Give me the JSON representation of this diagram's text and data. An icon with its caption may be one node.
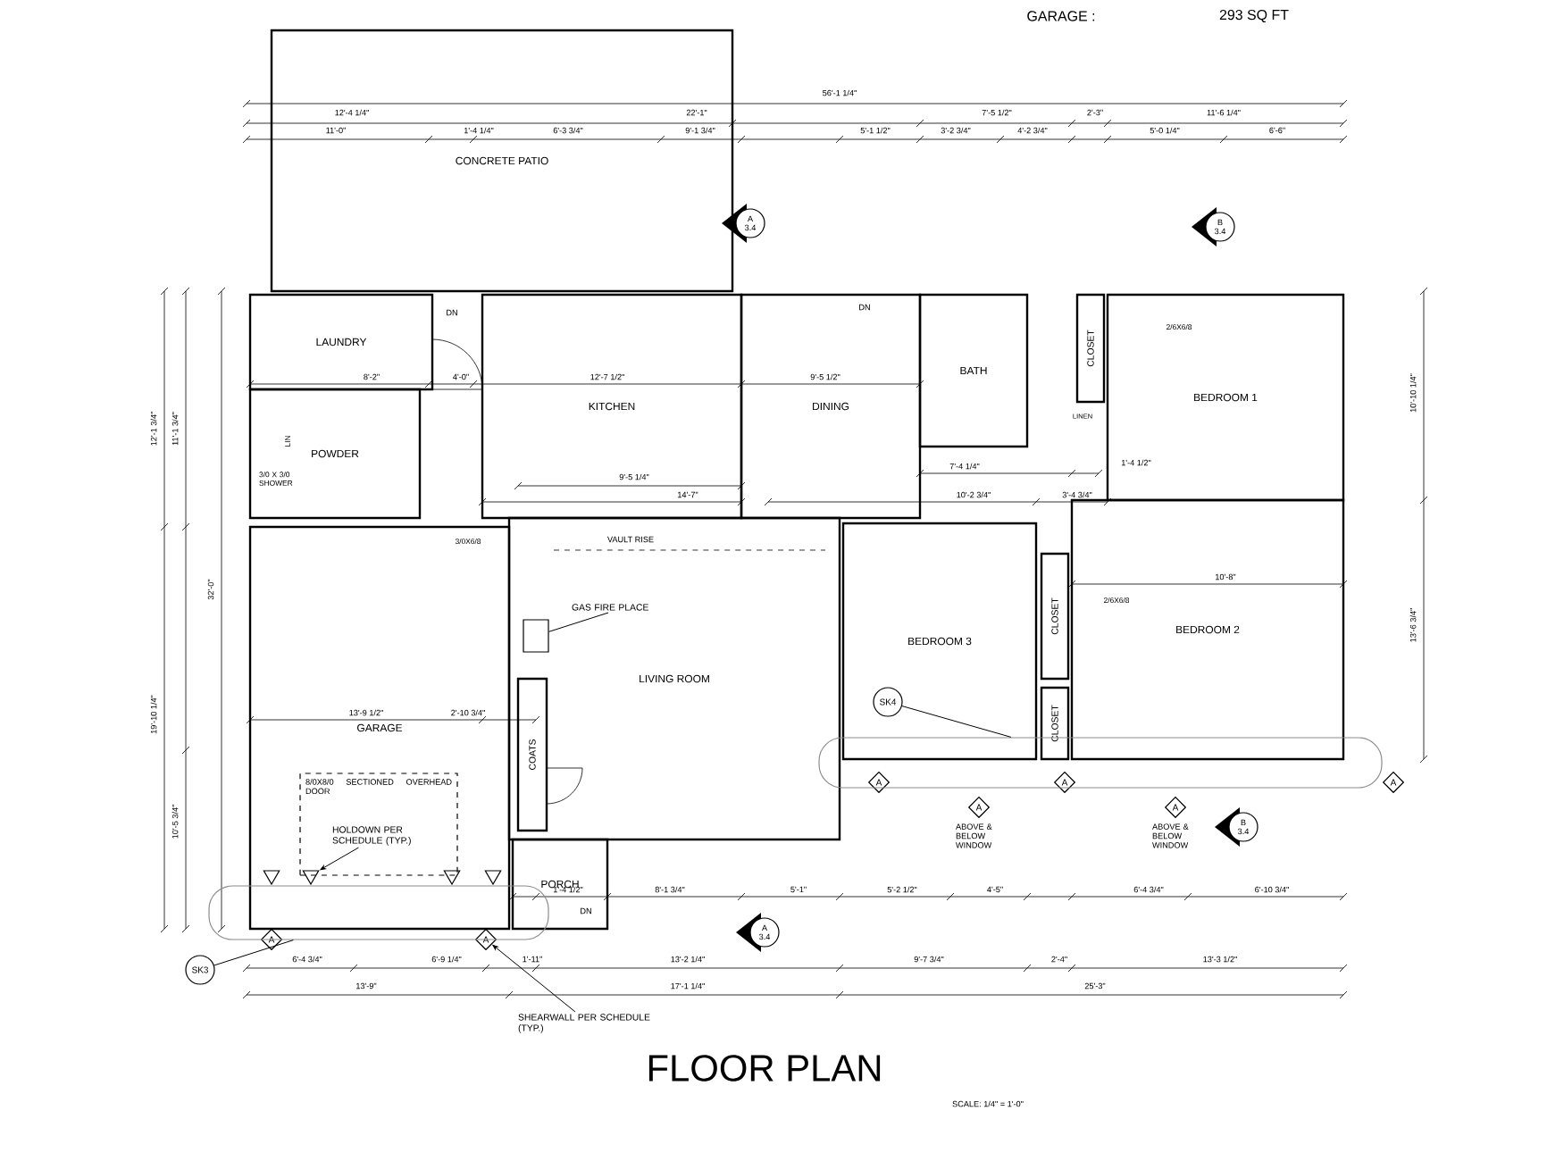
{
  "diagram": {
    "title": "FLOOR PLAN",
    "nodes": [
      {
        "text": [
          "CONCRETE PATIO"
        ]
      },
      {
        "text": [
          "LAUNDRY"
        ]
      },
      {
        "text": [
          "KITCHEN"
        ]
      },
      {
        "text": [
          "DINING"
        ]
      },
      {
        "text": [
          "BATH"
        ]
      },
      {
        "text": [
          "CLOSET"
        ]
      },
      {
        "text": [
          "BEDROOM 1"
        ]
      },
      {
        "text": [
          "POWDER"
        ]
      },
      {
        "text": [
          "GARAGE"
        ]
      },
      {
        "text": [
          "LIVING ROOM"
        ]
      },
      {
        "text": [
          "BEDROOM 3"
        ]
      },
      {
        "text": [
          "CLOSET"
        ]
      },
      {
        "text": [
          "CLOSET"
        ]
      },
      {
        "text": [
          "BEDROOM 2"
        ]
      },
      {
        "text": [
          "COATS"
        ],
        "in": 9
      },
      {
        "text": [
          "PORCH"
        ]
      },
      {
        "text": [
          "8/0X8/0 SECTIONED OVERHEAD DOOR"
        ],
        "in": 8
      },
      {
        "text": [
          "HOLDOWN PER SCHEDULE (TYP.)"
        ],
        "in": 16
      },
      {
        "text": [],
        "shape": "triangle",
        "in": 8
      },
      {
        "text": [],
        "shape": "triangle",
        "in": 8
      },
      {
        "text": [],
        "shape": "triangle",
        "in": 8
      },
      {
        "text": [],
        "shape": "triangle",
        "in": 8
      },
      {
        "text": [
          "GAS FIRE PLACE"
        ],
        "in": 9
      },
      {
        "text": [],
        "shape": "box",
        "in": 9
      },
      {
        "text": [
          "SHEARWALL PER SCHEDULE (TYP.)"
        ]
      },
      {
        "text": [
          "A"
        ]
      },
      {
        "text": [
          "A"
        ]
      },
      {
        "text": [
          "A"
        ]
      },
      {
        "text": [
          "A"
        ]
      },
      {
        "text": [
          "A"
        ]
      },
      {
        "text": [
          "A"
        ],
        "beside": [
          "ABOVE & BELOW WINDOW"
        ]
      },
      {
        "text": [
          "A"
        ],
        "beside": [
          "ABOVE & BELOW WINDOW"
        ]
      },
      {
        "text": [
          "SK3"
        ]
      },
      {
        "text": [],
        "shape": "capsule"
      },
      {
        "text": [
          "SK4"
        ],
        "in": 10
      },
      {
        "text": [],
        "shape": "capsule"
      },
      {
        "text": [
          "A",
          "3.4"
        ]
      },
      {
        "text": [
          "B",
          "3.4"
        ]
      },
      {
        "text": [
          "A",
          "3.4"
        ]
      },
      {
        "text": [
          "B",
          "3.4"
        ]
      }
    ],
    "edges": [
      {
        "from": 17,
        "to": 19,
        "arrow": "to"
      },
      {
        "from": 22,
        "to": 23,
        "arrow": "none"
      },
      {
        "from": 24,
        "to": 26,
        "arrow": "to"
      },
      {
        "from": 32,
        "to": 33,
        "arrow": "none"
      },
      {
        "from": 34,
        "to": 35,
        "arrow": "none"
      }
    ],
    "labels": [
      "GARAGE :",
      "293 SQ FT",
      "56'-1 1/4\"",
      "12'-4 1/4\"",
      "22'-1\"",
      "7'-5 1/2\"",
      "2'-3\"",
      "11'-6 1/4\"",
      "11'-0\"",
      "1'-4 1/4\"",
      "6'-3 3/4\"",
      "9'-1 3/4\"",
      "5'-1 1/2\"",
      "3'-2 3/4\"",
      "4'-2 3/4\"",
      "5'-0 1/4\"",
      "6'-6\"",
      "12'-1 3/4\"",
      "11'-1 3/4\"",
      "32'-0\"",
      "19'-10 1/4\"",
      "10'-5 3/4\"",
      "10'-10 1/4\"",
      "13'-6 3/4\"",
      "DN",
      "DN",
      "8'-2\"",
      "4'-0\"",
      "12'-7 1/2\"",
      "9'-5 1/2\"",
      "3/0 X 3/0 SHOWER",
      "LIN",
      "LINEN",
      "9'-5 1/4\"",
      "14'-7\"",
      "7'-4 1/4\"",
      "1'-4 1/2\"",
      "10'-2 3/4\"",
      "3'-4 3/4\"",
      "VAULT RISE",
      "10'-8\"",
      "13'-9 1/2\"",
      "2'-10 3/4\"",
      "DN",
      "1'-4 1/2\"",
      "8'-1 3/4\"",
      "5'-1\"",
      "5'-2 1/2\"",
      "4'-5\"",
      "6'-4 3/4\"",
      "6'-10 3/4\"",
      "6'-4 3/4\"",
      "6'-9 1/4\"",
      "1'-11\"",
      "13'-2 1/4\"",
      "9'-7 3/4\"",
      "2'-4\"",
      "13'-3 1/2\"",
      "13'-9\"",
      "17'-1 1/4\"",
      "25'-3\"",
      "SCALE: 1/4\" = 1'-0\"",
      "3/0X6/8",
      "2/6X6/8",
      "2/6X6/8"
    ]
  }
}
